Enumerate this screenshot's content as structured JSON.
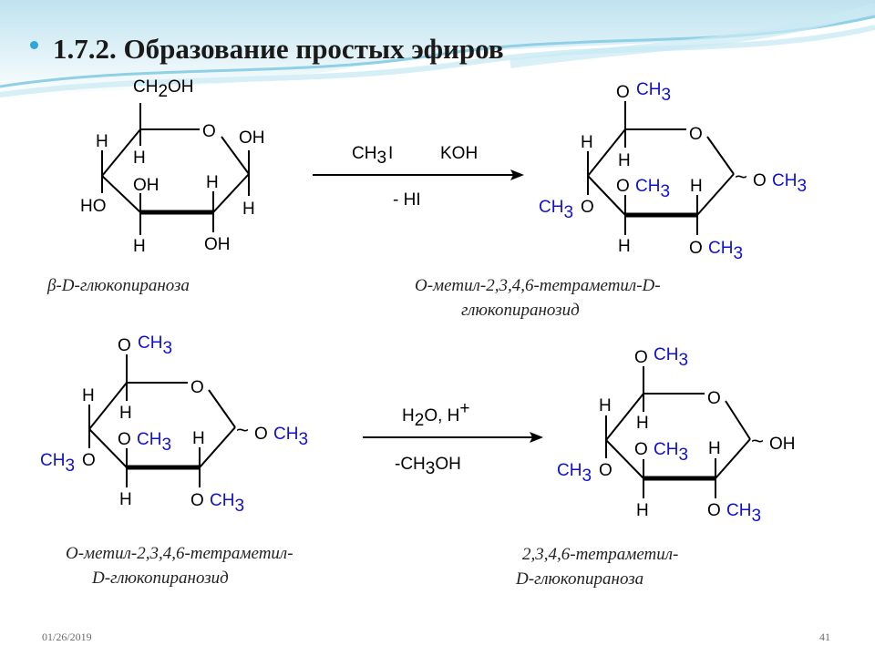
{
  "slide": {
    "title": "1.7.2. Образование простых эфиров",
    "date": "01/26/2019",
    "page_number": "41"
  },
  "reactions": [
    {
      "reagents_above": [
        "CH",
        "3",
        "I",
        "KOH"
      ],
      "reagents_below": "- HI",
      "reactant_name": "β-D-глюкопираноза",
      "product_name_line1": "О-метил-2,3,4,6-тетраметил-D-",
      "product_name_line2": "глюкопиранозид"
    },
    {
      "reagents_above": [
        "H",
        "2",
        "O, H",
        "+"
      ],
      "reagents_below": [
        "-CH",
        "3",
        "OH"
      ],
      "reactant_name_line1": "О-метил-2,3,4,6-тетраметил-",
      "reactant_name_line2": "D-глюкопиранозид",
      "product_name_line1": "2,3,4,6-тетраметил-",
      "product_name_line2": "D-глюкопираноза"
    }
  ],
  "atoms": {
    "O": "O",
    "H": "H",
    "OH": "OH",
    "HO": "HO",
    "CH": "CH",
    "sub2": "2",
    "sub3": "3",
    "tilde": "~"
  },
  "colors": {
    "accent": "#2fa8d8",
    "methyl": "#1010d0",
    "text": "#1a1a1a"
  }
}
